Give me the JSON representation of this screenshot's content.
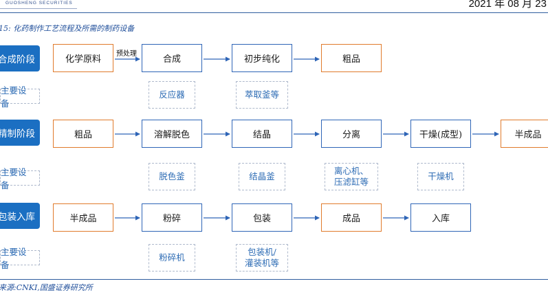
{
  "header": {
    "logo_text": "GUOSHENG SECURITIES",
    "date": "2021 年 08 月 23"
  },
  "figure": {
    "title": "15:  化药制作工艺流程及所需的制药设备",
    "source": "来源:CNKI,国盛证券研究所"
  },
  "rows": [
    {
      "stage": "合成阶段",
      "steps": [
        "化学原料",
        "合成",
        "初步纯化",
        "粗品"
      ],
      "step_colors": [
        "orange",
        "blue",
        "blue",
        "orange"
      ],
      "arrow_labels": [
        "预处理",
        "",
        ""
      ],
      "equipment_label": "主要设备",
      "equipment": [
        "",
        "反应器",
        "萃取釜等",
        ""
      ]
    },
    {
      "stage": "精制阶段",
      "steps": [
        "粗品",
        "溶解脱色",
        "结晶",
        "分离",
        "干燥(成型)",
        "半成品"
      ],
      "step_colors": [
        "orange",
        "blue",
        "blue",
        "blue",
        "blue",
        "orange"
      ],
      "arrow_labels": [
        "",
        "",
        "",
        "",
        ""
      ],
      "equipment_label": "主要设备",
      "equipment": [
        "",
        "脱色釜",
        "结晶釜",
        "离心机、\n压滤缸等",
        "干燥机",
        ""
      ]
    },
    {
      "stage": "包装入库",
      "steps": [
        "半成品",
        "粉碎",
        "包装",
        "成品",
        "入库"
      ],
      "step_colors": [
        "orange",
        "blue",
        "blue",
        "orange",
        "blue"
      ],
      "arrow_labels": [
        "",
        "",
        "",
        ""
      ],
      "equipment_label": "主要设备",
      "equipment": [
        "",
        "粉碎机",
        "包装机/\n灌装机等",
        "",
        ""
      ]
    }
  ],
  "colors": {
    "stage_fill": "#1b6fc2",
    "orange_border": "#e07a2a",
    "blue_border": "#2d64b6",
    "arrow": "#2d64b6",
    "equip_text": "#2f6db5"
  }
}
